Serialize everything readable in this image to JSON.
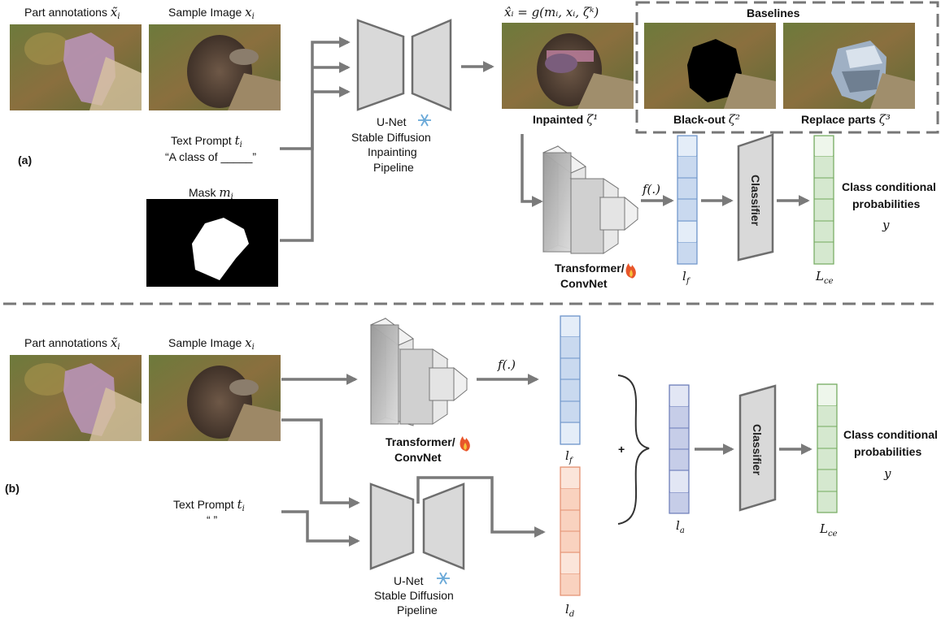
{
  "panel_a": {
    "tag": "(a)",
    "part_annotations": "Part annotations",
    "part_annotations_sym": "x̃",
    "sample_image": "Sample Image",
    "sample_image_sym": "x",
    "text_prompt": "Text Prompt",
    "text_prompt_sym": "t",
    "prompt_value": "“A class of _____”",
    "mask": "Mask",
    "mask_sym": "m",
    "unet_line1": "U-Net",
    "unet_line2": "Stable Diffusion",
    "unet_line3": "Inpainting",
    "unet_line4": "Pipeline",
    "inpaint_formula": "x̂ᵢ = g(mᵢ, xᵢ, ζᵏ)",
    "inpainted": "Inpainted",
    "inpainted_sym": "ζ¹",
    "baselines": "Baselines",
    "blackout": "Black-out",
    "blackout_sym": "ζ²",
    "replace": "Replace parts",
    "replace_sym": "ζ³",
    "backbone_line1": "Transformer/",
    "backbone_line2": "ConvNet",
    "f_label": "f(.)",
    "classifier": "Classifier",
    "lf": "l",
    "lf_sub": "f",
    "lce": "L",
    "lce_sub": "ce",
    "ccp_line1": "Class conditional",
    "ccp_line2": "probabilities",
    "y": "y"
  },
  "panel_b": {
    "tag": "(b)",
    "part_annotations": "Part annotations",
    "part_annotations_sym": "x̃",
    "sample_image": "Sample Image",
    "sample_image_sym": "x",
    "text_prompt": "Text Prompt",
    "text_prompt_sym": "t",
    "prompt_value": "“ ”",
    "backbone_line1": "Transformer/",
    "backbone_line2": "ConvNet",
    "f_label": "f(.)",
    "unet_line1": "U-Net",
    "unet_line2": "Stable Diffusion",
    "unet_line3": "Pipeline",
    "lf": "l",
    "lf_sub": "f",
    "ld": "l",
    "ld_sub": "d",
    "plus": "+",
    "la": "l",
    "la_sub": "a",
    "classifier": "Classifier",
    "lce": "L",
    "lce_sub": "ce",
    "ccp_line1": "Class conditional",
    "ccp_line2": "probabilities",
    "y": "y"
  },
  "icons": {
    "frozen": "snowflake-icon",
    "trainable": "fire-icon"
  },
  "colors": {
    "arrow": "#7a7a7a",
    "feature_blue": "#c9d9ef",
    "feature_blue_border": "#6c93c9",
    "feature_green": "#d5e8cf",
    "feature_green_border": "#73aa5e",
    "feature_orange": "#f9d2bf",
    "feature_orange_border": "#e49070",
    "feature_purple": "#c6cde8",
    "feature_purple_border": "#6b7cb8",
    "dashed": "#777777"
  }
}
